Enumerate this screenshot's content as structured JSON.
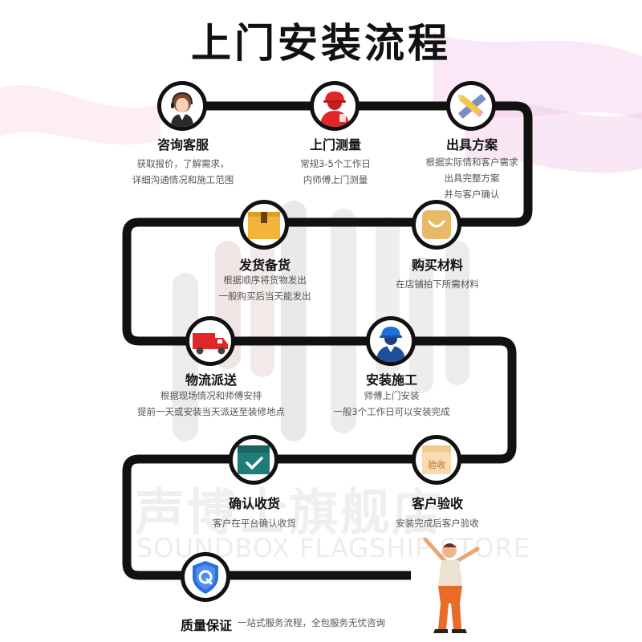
{
  "title": "上门安装流程",
  "watermark": {
    "cn": "声博士旗舰店",
    "en": "SOUNDBOX FLAGSHIP STORE"
  },
  "colors": {
    "path": "#111111",
    "accent_red": "#e02626",
    "accent_yellow": "#f4b43a",
    "accent_blue": "#1e6fd9",
    "accent_teal": "#1f7d78"
  },
  "steps": [
    {
      "title": "咨询客服",
      "icon": "customer-service-icon",
      "desc": [
        "获取报价，了解需求，",
        "详细沟通情况和施工范围"
      ]
    },
    {
      "title": "上门测量",
      "icon": "worker-red-icon",
      "desc": [
        "常规3-5个工作日",
        "内师傅上门测量"
      ]
    },
    {
      "title": "出具方案",
      "icon": "ruler-pencil-icon",
      "desc": [
        "根据实际情和客户需求",
        "出具完整方案",
        "并与客户确认"
      ]
    },
    {
      "title": "购买材料",
      "icon": "shopping-bag-icon",
      "desc": [
        "在店铺拍下所需材料"
      ]
    },
    {
      "title": "发货备货",
      "icon": "package-box-icon",
      "desc": [
        "根据顺序将货物发出",
        "一般购买后当天能发出"
      ]
    },
    {
      "title": "物流派送",
      "icon": "delivery-truck-icon",
      "desc": [
        "根据现场情况和师傅安排",
        "提前一天或安装当天派送至装修地点"
      ]
    },
    {
      "title": "安装施工",
      "icon": "hardhat-worker-icon",
      "desc": [
        "师傅上门安装",
        "一般3个工作日可以安装完成"
      ]
    },
    {
      "title": "客户验收",
      "icon": "inspection-box-icon",
      "icon_text": "验收",
      "desc": [
        "安装完成后客户验收"
      ]
    },
    {
      "title": "确认收货",
      "icon": "confirm-box-icon",
      "desc": [
        "客户在平台确认收货"
      ]
    },
    {
      "title": "质量保证",
      "icon": "shield-q-icon",
      "desc": [
        "一站式服务流程，全包服务无忧咨询"
      ]
    }
  ]
}
